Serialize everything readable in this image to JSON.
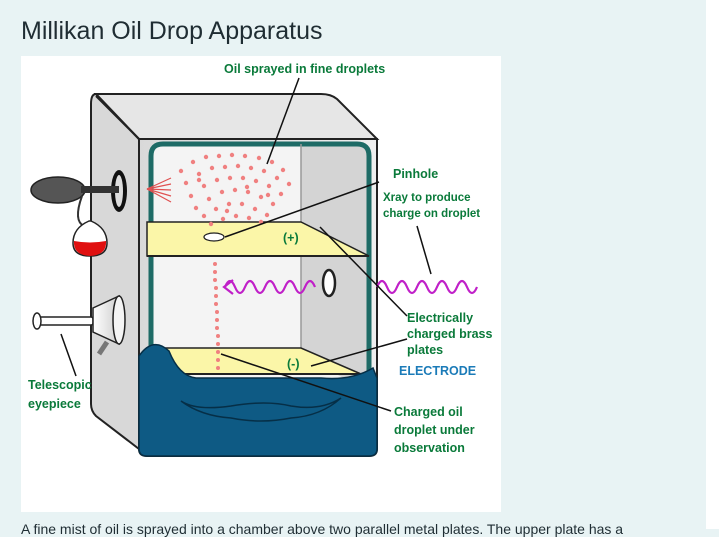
{
  "page": {
    "title": "Millikan Oil Drop Apparatus",
    "body_text": "A fine mist of oil is sprayed into a chamber above two parallel metal plates. The upper plate has a"
  },
  "diagram": {
    "labels": {
      "oil_sprayed": "Oil sprayed in fine droplets",
      "pinhole": "Pinhole",
      "xray_line1": "Xray to produce",
      "xray_line2": "charge on droplet",
      "plus": "(+)",
      "minus": "(-)",
      "brass_line1": "Electrically",
      "brass_line2": "charged brass",
      "brass_line3": "plates",
      "electrode": "ELECTRODE",
      "charged_line1": "Charged oil",
      "charged_line2": "droplet under",
      "charged_line3": "observation",
      "telescopic_line1": "Telescopic",
      "telescopic_line2": "eyepiece"
    },
    "colors": {
      "label_green": "#0a7a3a",
      "label_blue": "#1b7bb8",
      "chamber_frame": "#1e6b66",
      "oil_pool": "#0e5a84",
      "plate": "#fbf6a8",
      "droplet": "#f08080",
      "xray_wave": "#c020c8",
      "bulb_red": "#e01010"
    }
  }
}
